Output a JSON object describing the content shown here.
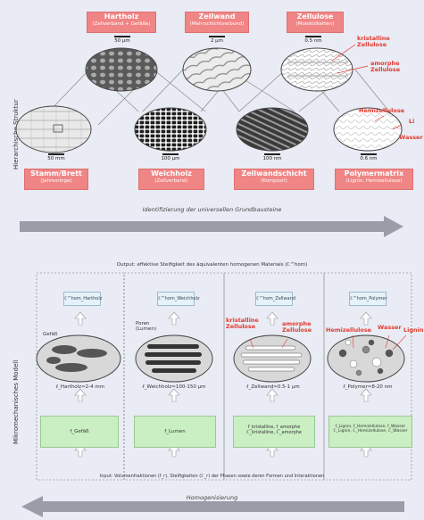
{
  "side_top": "Hierarchische Struktur",
  "side_bottom": "Mikromechanisches Modell",
  "top_labels": [
    {
      "title": "Hartholz",
      "sub": "(Zellverband + Gefäße)"
    },
    {
      "title": "Zellwand",
      "sub": "(Mehrschichtverbund)"
    },
    {
      "title": "Zellulose",
      "sub": "(Molekülketten)"
    }
  ],
  "top_scales": [
    "50 μm",
    "2 μm",
    "0.5 nm"
  ],
  "bottom_labels": [
    {
      "title": "Stamm/Brett",
      "sub": "(Jahresringe)"
    },
    {
      "title": "Weichholz",
      "sub": "(Zellverband)"
    },
    {
      "title": "Zellwandschicht",
      "sub": "(Komposit)"
    },
    {
      "title": "Polymermatrix",
      "sub": "(Lignin, Hemizellulose)"
    }
  ],
  "bottom_scales": [
    "50 mm",
    "100 μm",
    "100 nm",
    "0.6 nm"
  ],
  "red_labels_top": {
    "kristalline": "kristalline\nZellulose",
    "amorphe": "amorphe\nZellulose",
    "hemi": "Hemizellulose",
    "lignin": "Li",
    "wasser": "Wasser"
  },
  "arrow1_text": "Identifizierung der universellen Grundbausteine",
  "output_text": "Output: effektive Steifigkeit des äquivalenten homogenen Materials (ℂ^hom)",
  "cboxes": [
    "ℂ^hom_Hartholz",
    "ℂ^hom_Weichholz",
    "ℂ^hom_Zellwand",
    "ℂ^hom_Polymer"
  ],
  "model_labels": {
    "gefass": "Gefäß",
    "poren": "Poren\n(Lumen)",
    "kristalline": "kristalline\nZellulose",
    "amorphe": "amorphe\nZellulose",
    "hemi": "Hemizellulose",
    "wasser": "Wasser",
    "lignin": "Lignin"
  },
  "lengths": [
    "ℓ_Hartholz≈2-4 mm",
    "ℓ_Weichholz≈100-150 μm",
    "ℓ_Zellwand≈0.5-1 μm",
    "ℓ_Polymer≈8-20 nm"
  ],
  "green_boxes": [
    [
      "f_Gefäß"
    ],
    [
      "f_Lumen"
    ],
    [
      "f_kristalline, f_amorphe",
      "ℂ_kristalline, ℂ_amorphe"
    ],
    [
      "f_Lignin, f_Hemizellulose, f_Wasser",
      "ℂ_Lignin, ℂ_Hemizellulose, ℂ_Wasser"
    ]
  ],
  "input_text": "Input: Volumenfraktionen (f_r), Steifigkeiten (ℂ_r) der Phasen sowie deren Formen und Interaktionen",
  "arrow2_text": "Homogenisierung"
}
